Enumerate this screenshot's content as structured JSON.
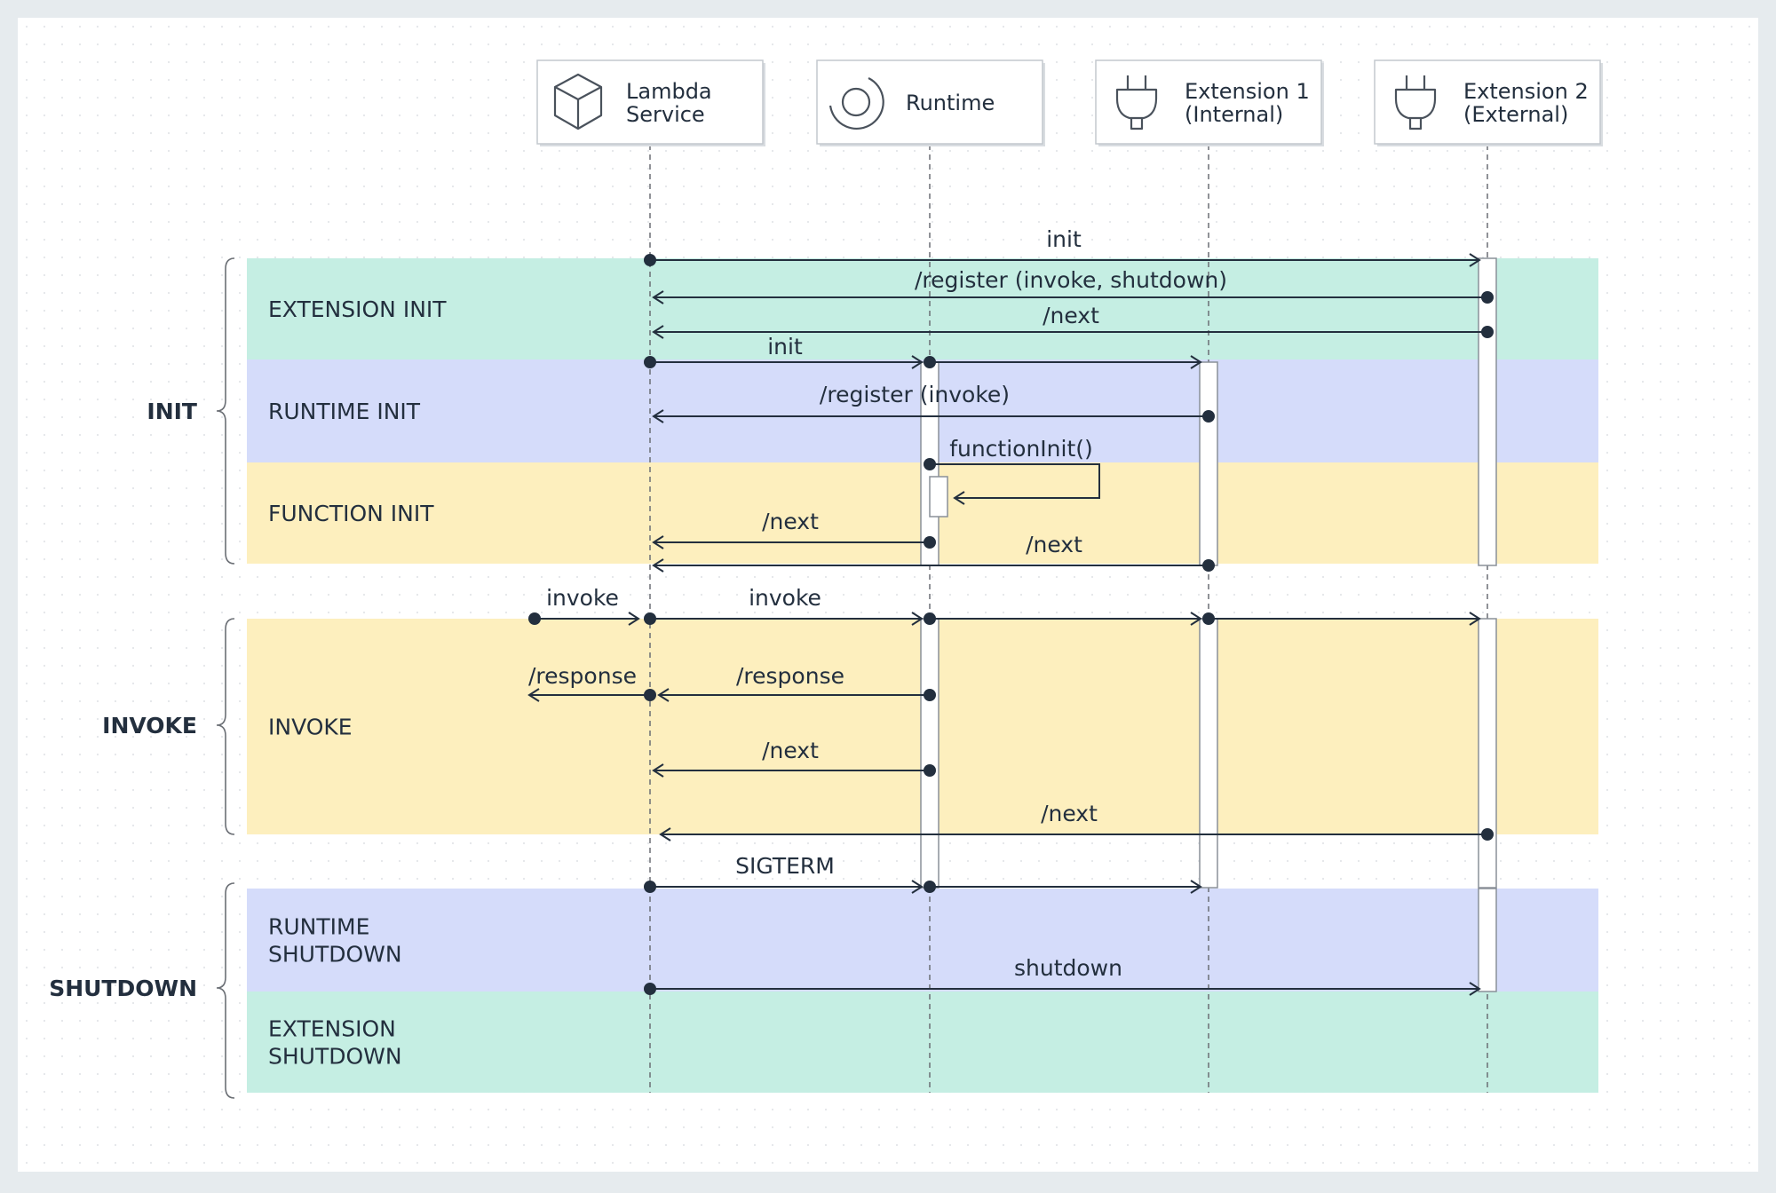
{
  "colors": {
    "extension_band": "#c5eee3",
    "runtime_band": "#d5dcfa",
    "function_band": "#fdefbe",
    "line": "#232f3e",
    "canvas": "#ffffff",
    "frame": "#e6ebee"
  },
  "actors": [
    {
      "id": "lambda",
      "icon": "cube-icon",
      "lines": [
        "Lambda",
        "Service"
      ]
    },
    {
      "id": "runtime",
      "icon": "runtime-ring-icon",
      "lines": [
        "Runtime"
      ]
    },
    {
      "id": "ext1",
      "icon": "plug-icon",
      "lines": [
        "Extension 1",
        "(Internal)"
      ]
    },
    {
      "id": "ext2",
      "icon": "plug-icon",
      "lines": [
        "Extension 2",
        "(External)"
      ]
    }
  ],
  "phases": [
    {
      "id": "init",
      "label": "INIT"
    },
    {
      "id": "invoke",
      "label": "INVOKE"
    },
    {
      "id": "shutdown",
      "label": "SHUTDOWN"
    }
  ],
  "bands": [
    {
      "id": "extension-init",
      "color": "extension",
      "lines": [
        "EXTENSION INIT"
      ]
    },
    {
      "id": "runtime-init",
      "color": "runtime",
      "lines": [
        "RUNTIME INIT"
      ]
    },
    {
      "id": "function-init",
      "color": "function",
      "lines": [
        "FUNCTION INIT"
      ]
    },
    {
      "id": "invoke",
      "color": "function",
      "lines": [
        "INVOKE"
      ]
    },
    {
      "id": "runtime-shutdown",
      "color": "runtime",
      "lines": [
        "RUNTIME",
        "SHUTDOWN"
      ]
    },
    {
      "id": "extension-shutdown",
      "color": "extension",
      "lines": [
        "EXTENSION",
        "SHUTDOWN"
      ]
    }
  ],
  "messages": [
    {
      "label": "init",
      "from": "lambda",
      "to": "ext2"
    },
    {
      "label": "/register (invoke, shutdown)",
      "from": "ext2",
      "to": "lambda"
    },
    {
      "label": "/next",
      "from": "ext2",
      "to": "lambda"
    },
    {
      "label": "init",
      "from": "lambda",
      "to": "runtime"
    },
    {
      "label": "",
      "from": "runtime",
      "to": "ext1"
    },
    {
      "label": "/register (invoke)",
      "from": "ext1",
      "to": "lambda"
    },
    {
      "label": "functionInit()",
      "from": "runtime",
      "to": "runtime"
    },
    {
      "label": "/next",
      "from": "runtime",
      "to": "lambda"
    },
    {
      "label": "/next",
      "from": "ext1",
      "to": "lambda"
    },
    {
      "label": "invoke",
      "from": "caller",
      "to": "lambda"
    },
    {
      "label": "invoke",
      "from": "lambda",
      "to": "runtime"
    },
    {
      "label": "",
      "from": "runtime",
      "to": "ext1"
    },
    {
      "label": "",
      "from": "ext1",
      "to": "ext2"
    },
    {
      "label": "/response",
      "from": "runtime",
      "to": "lambda"
    },
    {
      "label": "/response",
      "from": "lambda",
      "to": "caller"
    },
    {
      "label": "/next",
      "from": "runtime",
      "to": "lambda"
    },
    {
      "label": "/next",
      "from": "ext2",
      "to": "lambda"
    },
    {
      "label": "SIGTERM",
      "from": "lambda",
      "to": "runtime"
    },
    {
      "label": "",
      "from": "runtime",
      "to": "ext1"
    },
    {
      "label": "shutdown",
      "from": "lambda",
      "to": "ext2"
    }
  ]
}
